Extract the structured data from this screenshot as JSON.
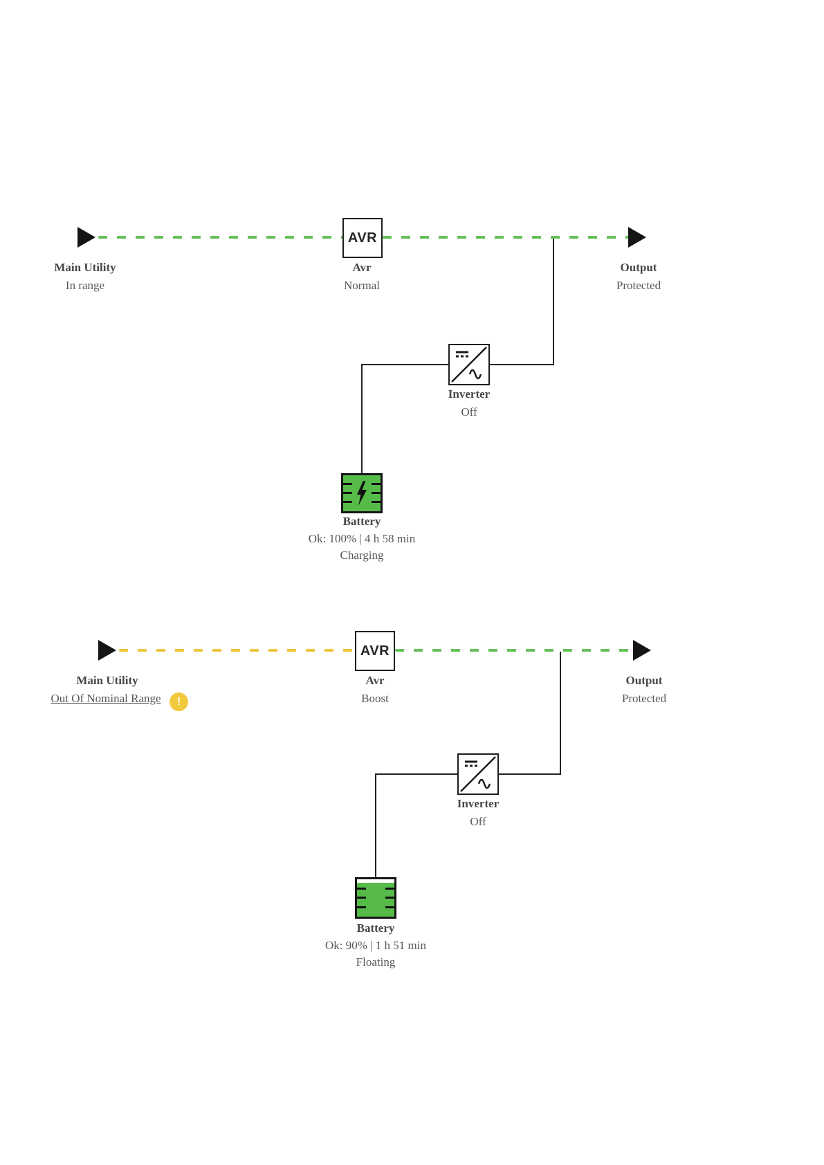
{
  "colors": {
    "ok_flow": "#68c05c",
    "warning_flow": "#eec63c",
    "wire": "#222222",
    "battery_green": "#57bb4a",
    "warning_badge_bg": "#f2c83d",
    "name_text": "#474747",
    "status_text": "#575757"
  },
  "diagrams": [
    {
      "source": {
        "name": "Main Utility",
        "status": "In range"
      },
      "avr": {
        "icon_text": "AVR",
        "name": "Avr",
        "status": "Normal"
      },
      "output": {
        "name": "Output",
        "status": "Protected"
      },
      "inverter": {
        "name": "Inverter",
        "status": "Off"
      },
      "battery": {
        "name": "Battery",
        "status": "Ok: 100% | 4 h 58 min",
        "mode": "Charging",
        "level_percent": 100,
        "charging": true
      }
    },
    {
      "source": {
        "name": "Main Utility",
        "status": "Out Of Nominal Range",
        "warning_icon": "!"
      },
      "avr": {
        "icon_text": "AVR",
        "name": "Avr",
        "status": "Boost"
      },
      "output": {
        "name": "Output",
        "status": "Protected"
      },
      "inverter": {
        "name": "Inverter",
        "status": "Off"
      },
      "battery": {
        "name": "Battery",
        "status": "Ok: 90% | 1 h 51 min",
        "mode": "Floating",
        "level_percent": 90,
        "charging": false
      }
    }
  ]
}
